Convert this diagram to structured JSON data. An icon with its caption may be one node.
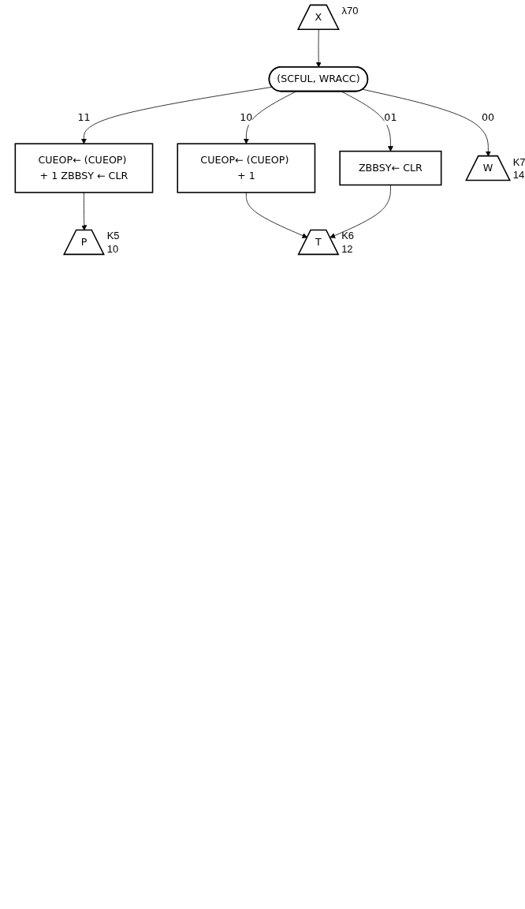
{
  "diagram": {
    "nodes": [
      {
        "text": [
          "X"
        ],
        "beside": [
          "λ70"
        ]
      },
      {
        "text": [
          "(SCFUL, WRACC)"
        ]
      },
      {
        "text": [
          "CUEOP← (CUEOP) + 1 ZBBSY ← CLR"
        ]
      },
      {
        "text": [
          "ZBBSY← CLR"
        ]
      },
      {
        "text": [
          "CUEOP← (CUEOP) + 1"
        ]
      },
      {
        "text": [
          "W"
        ],
        "beside": [
          "K7",
          "14"
        ]
      },
      {
        "text": [
          "P"
        ],
        "beside": [
          "K5",
          "10"
        ]
      },
      {
        "text": [
          "T"
        ],
        "beside": [
          "K6",
          "12"
        ]
      }
    ],
    "edges": [
      {
        "from": 0,
        "to": 1,
        "arrow": "to"
      },
      {
        "from": 1,
        "to": 2,
        "label": "11",
        "arrow": "to"
      },
      {
        "from": 1,
        "to": 4,
        "label": "10",
        "arrow": "to"
      },
      {
        "from": 1,
        "to": 3,
        "label": "01",
        "arrow": "to"
      },
      {
        "from": 1,
        "to": 5,
        "label": "00",
        "arrow": "to"
      },
      {
        "from": 2,
        "to": 6,
        "arrow": "to"
      },
      {
        "from": 4,
        "to": 7,
        "arrow": "to"
      },
      {
        "from": 3,
        "to": 7,
        "arrow": "to"
      }
    ]
  }
}
